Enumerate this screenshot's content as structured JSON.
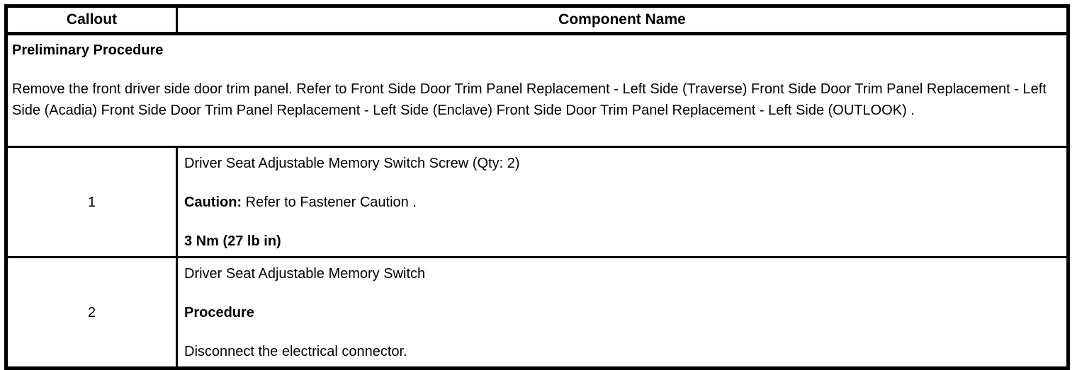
{
  "table": {
    "header": {
      "callout": "Callout",
      "component": "Component Name"
    },
    "preliminary": {
      "title": "Preliminary Procedure",
      "body": "Remove the front driver side door trim panel. Refer to Front Side Door Trim Panel Replacement - Left Side (Traverse) Front Side Door Trim Panel Replacement - Left Side (Acadia) Front Side Door Trim Panel Replacement - Left Side (Enclave) Front Side Door Trim Panel Replacement - Left Side (OUTLOOK) ."
    },
    "rows": [
      {
        "callout": "1",
        "name": "Driver Seat Adjustable Memory Switch Screw (Qty: 2)",
        "caution_label": "Caution:",
        "caution_text": " Refer to Fastener Caution .",
        "torque": "3 Nm (27 lb in)"
      },
      {
        "callout": "2",
        "name": "Driver Seat Adjustable Memory Switch",
        "procedure_label": "Procedure",
        "procedure_text": "Disconnect the electrical connector."
      }
    ],
    "colors": {
      "border": "#000000",
      "text": "#000000",
      "background": "#ffffff"
    }
  }
}
